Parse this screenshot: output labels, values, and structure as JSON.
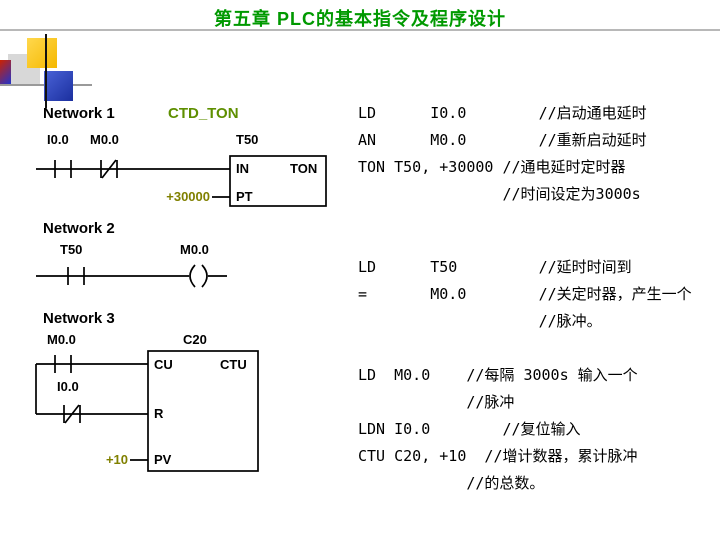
{
  "title": "第五章  PLC的基本指令及程序设计",
  "colors": {
    "title_green": "#009900",
    "value_olive": "#808000",
    "block_title_green": "#5e8f00"
  },
  "ladder": {
    "n1": {
      "label": "Network 1",
      "block_title": "CTD_TON",
      "contact1": "I0.0",
      "contact2": "M0.0",
      "timer": "T50",
      "port_in": "IN",
      "box_type": "TON",
      "port_pt": "PT",
      "pt_value": "+30000"
    },
    "n2": {
      "label": "Network 2",
      "contact1": "T50",
      "coil": "M0.0"
    },
    "n3": {
      "label": "Network 3",
      "contact1": "M0.0",
      "counter": "C20",
      "port_cu": "CU",
      "box_type": "CTU",
      "contact2": "I0.0",
      "port_r": "R",
      "port_pv": "PV",
      "pv_value": "+10"
    }
  },
  "code": {
    "group1": [
      "LD      I0.0        //启动通电延时",
      "AN      M0.0        //重新启动延时",
      "TON T50, +30000 //通电延时定时器",
      "                //时间设定为3000s"
    ],
    "group2": [
      "LD      T50         //延时时间到",
      "=       M0.0        //关定时器，产生一个",
      "                    //脉冲。"
    ],
    "group3": [
      "LD  M0.0    //每隔 3000s 输入一个",
      "            //脉冲",
      "LDN I0.0        //复位输入",
      "CTU C20, +10  //增计数器，累计脉冲",
      "            //的总数。"
    ]
  }
}
